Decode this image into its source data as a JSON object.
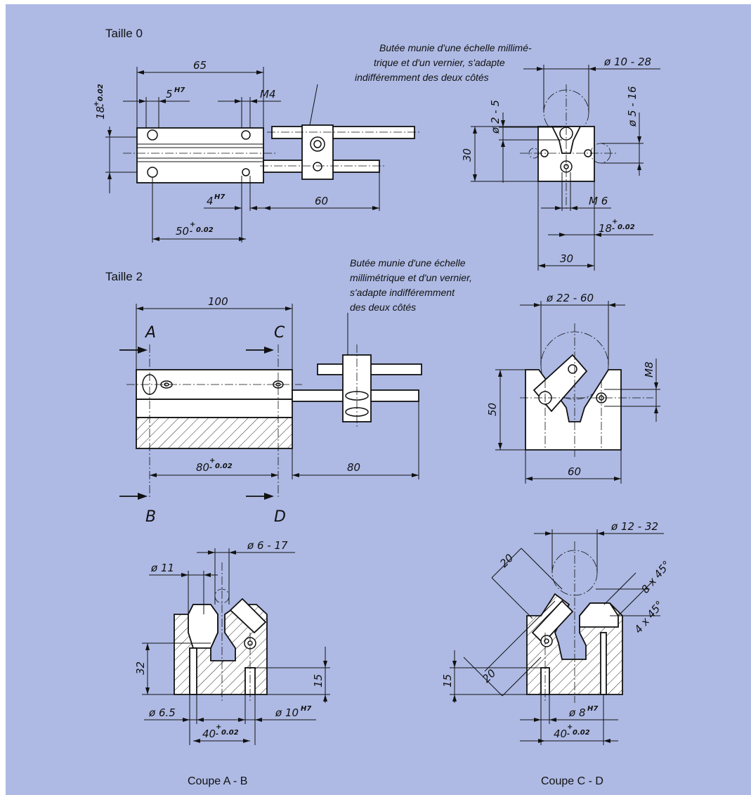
{
  "views": {
    "size0": {
      "title": "Taille 0",
      "note_lines": [
        "Butée munie d'une échelle millimé-",
        "trique et d'un vernier, s'adapte",
        "indifféremment des deux côtés"
      ],
      "dims": {
        "length": "65",
        "hole_fit": "5",
        "hole_fit_sup": "H7",
        "thread": "M4",
        "height_tol": "18",
        "pin_fit": "4",
        "pin_fit_sup": "H7",
        "stop_len": "60",
        "pitch": "50"
      },
      "end_dims": {
        "dia_range": "ø 10 - 28",
        "small_dia": "ø 2 - 5",
        "side_dia": "ø 5 - 16",
        "height": "30",
        "thread": "M 6",
        "center": "18",
        "width": "30"
      }
    },
    "size2": {
      "title": "Taille 2",
      "note_lines": [
        "Butée munie d'une échelle",
        "millimétrique et d'un vernier,",
        "s'adapte indifféremment",
        "des deux côtés"
      ],
      "dims": {
        "length": "100",
        "pitch": "80",
        "stop_len": "80"
      },
      "section_marks": [
        "A",
        "C",
        "B",
        "D"
      ],
      "end_dims": {
        "dia_range": "ø 22 - 60",
        "thread": "M8",
        "height": "50",
        "width": "60"
      }
    },
    "section_ab": {
      "caption": "Coupe A - B",
      "dims": {
        "dia_range": "ø 6 - 17",
        "dia11": "ø 11",
        "height": "32",
        "depth": "15",
        "dia65": "ø 6.5",
        "dia10": "ø 10",
        "dia10_sup": "H7",
        "pitch": "40"
      }
    },
    "section_cd": {
      "caption": "Coupe C - D",
      "dims": {
        "dia_range": "ø 12 - 32",
        "d20a": "20",
        "d20b": "20",
        "chamfer8": "8 x 45°",
        "chamfer4": "4 x 45°",
        "depth": "15",
        "dia8": "ø 8",
        "dia8_sup": "H7",
        "pitch": "40"
      }
    }
  },
  "tolerance": {
    "plus": "+",
    "minus": "-",
    "value": "0.02"
  }
}
